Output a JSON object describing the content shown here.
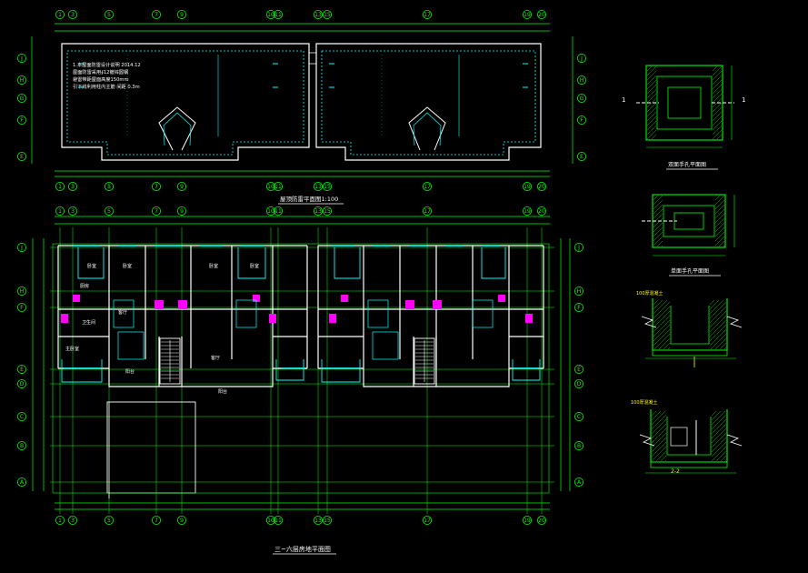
{
  "colors": {
    "background": "#000000",
    "axis": "#00ff00",
    "wall": "#ffffff",
    "window": "#00ffff",
    "dim": "#00ff00",
    "text": "#ffffff",
    "hatch": "#00ff00",
    "magenta": "#ff00ff",
    "yellow": "#ffff00"
  },
  "roof_plan": {
    "title": "屋顶防雷平面图1:100",
    "notes": [
      "1.本屋面防雷设计说明  2014.12",
      "  屋面防雷采用∮12镀锌圆钢",
      "  避雷带距屋面高度150mm",
      "  引下线利用柱内主筋 间距 0.3m"
    ],
    "top_axes": [
      "1",
      "3",
      "5",
      "7",
      "9",
      "10",
      "11",
      "13",
      "15",
      "17",
      "19",
      "20"
    ],
    "bottom_axes": [
      "1",
      "3",
      "5",
      "7",
      "9",
      "10",
      "11",
      "13",
      "15",
      "17",
      "19",
      "20"
    ],
    "left_axes": [
      "J",
      "H",
      "G",
      "F",
      "E"
    ],
    "right_axes": [
      "J",
      "H",
      "G",
      "F",
      "E"
    ]
  },
  "floor_plan": {
    "title": "三~六层房地平面图",
    "top_axes": [
      "1",
      "3",
      "5",
      "7",
      "9",
      "10",
      "11",
      "13",
      "15",
      "17",
      "19",
      "20"
    ],
    "bottom_axes": [
      "1",
      "3",
      "5",
      "7",
      "9",
      "10",
      "11",
      "13",
      "15",
      "17",
      "19",
      "20"
    ],
    "left_axes": [
      "J",
      "H",
      "F",
      "E",
      "D",
      "C",
      "B",
      "A"
    ],
    "right_axes": [
      "J",
      "H",
      "F",
      "E",
      "D",
      "C",
      "B",
      "A"
    ],
    "rooms": [
      "卧室",
      "卧室",
      "卧室",
      "卧室",
      "厨房",
      "卫生间",
      "客厅",
      "主卧室",
      "阳台",
      "客厅",
      "阳台"
    ]
  },
  "details": [
    {
      "title": "双面手孔平面图",
      "tag_left": "1",
      "tag_right": "1"
    },
    {
      "title": "单面手孔平面图"
    },
    {
      "title": "1-1",
      "label_top": "100厚混凝土"
    },
    {
      "title": "2-2",
      "label_top": "100厚混凝土"
    }
  ]
}
